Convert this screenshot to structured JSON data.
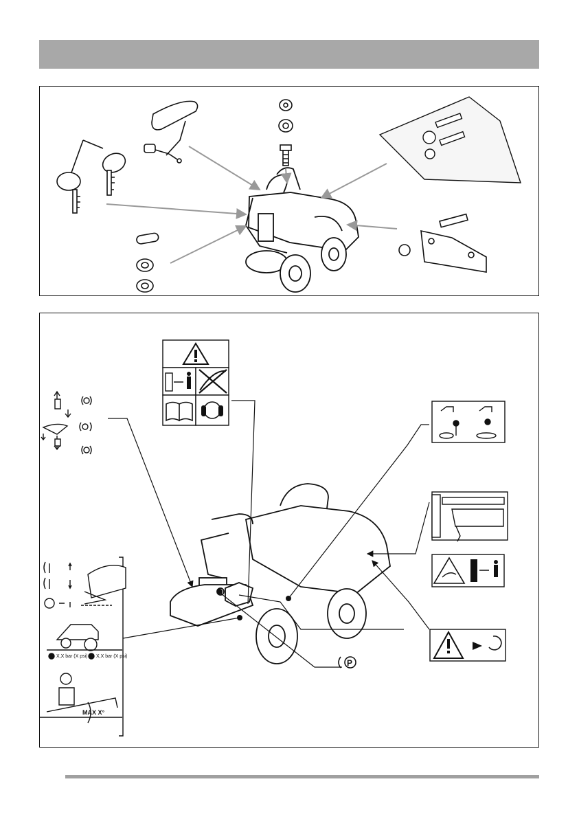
{
  "header": {
    "color": "#a8a8a8"
  },
  "footer": {
    "color": "#a0a0a0"
  },
  "labels": {
    "park_symbol": "P",
    "slope_text": "MAX  X°",
    "pressure_left": "X,X bar (X psi)",
    "pressure_right": "X,X bar (X psi)"
  },
  "icons": {
    "top_panel": [
      "key-icon",
      "seat-mirror-icon",
      "washer-icon",
      "bolt-icon",
      "hardware-bag-icon",
      "bracket-icon",
      "pin-icon",
      "rider-mower-icon"
    ],
    "bottom_panel": [
      "warning-triangle-icon",
      "keep-distance-icon",
      "no-passenger-icon",
      "read-manual-icon",
      "hearing-protection-icon",
      "lever-positions-icon",
      "tow-decal-icon",
      "clutch-decal-icon",
      "hand-crush-icon",
      "rotating-blade-icon"
    ]
  }
}
